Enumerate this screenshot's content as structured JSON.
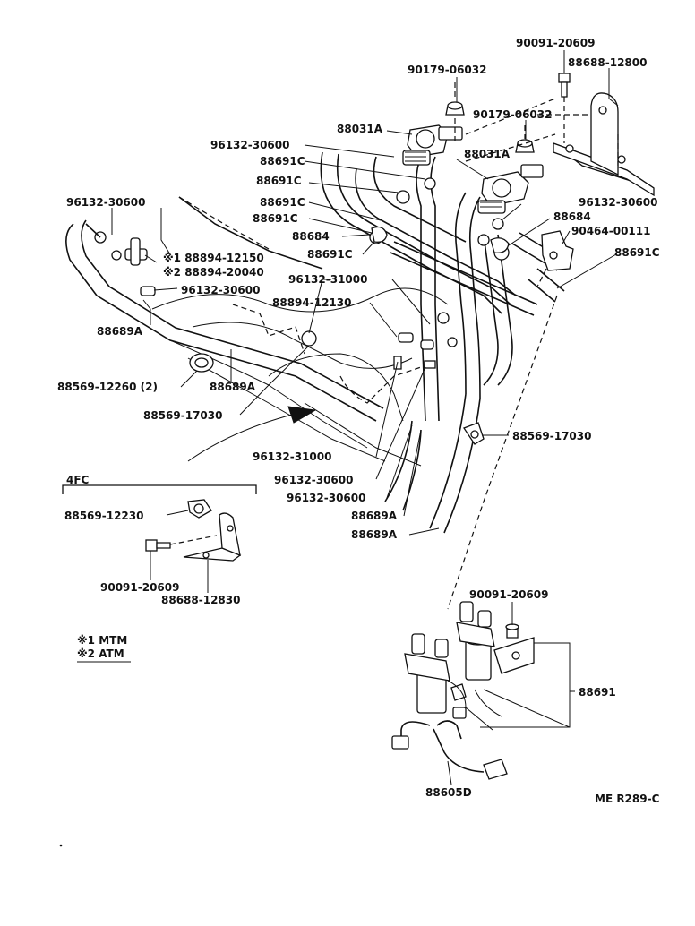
{
  "labels": {
    "l1": "90091-20609",
    "l2": "88688-12800",
    "l3": "90179-06032",
    "l4": "90179-06032",
    "l5": "88031A",
    "l6": "96132-30600",
    "l7": "88691C",
    "l8": "88031A",
    "l9": "88691C",
    "l10": "96132-30600",
    "l11": "88691C",
    "l12": "96132-30600",
    "l13": "88691C",
    "l14": "88684",
    "l15": "88684",
    "l16": "90464-00111",
    "l17": "88691C",
    "l18": "88691C",
    "l19": "※1 88894-12150",
    "l20": "※2 88894-20040",
    "l21": "96132-31000",
    "l22": "96132-30600",
    "l23": "88894-12130",
    "l24": "88689A",
    "l25": "88569-12260 (2)",
    "l26": "88689A",
    "l27": "88569-17030",
    "l28": "88569-17030",
    "l29": "96132-31000",
    "l30": "96132-30600",
    "l31": "96132-30600",
    "l32": "88689A",
    "l33": "88689A",
    "l34": "4FC",
    "l35": "88569-12230",
    "l36": "90091-20609",
    "l37": "88688-12830",
    "l38": "90091-20609",
    "l39": "88691",
    "l40": "88605D",
    "l41": "※1 MTM",
    "l42": "※2 ATM",
    "l43": "ME R289-C"
  }
}
